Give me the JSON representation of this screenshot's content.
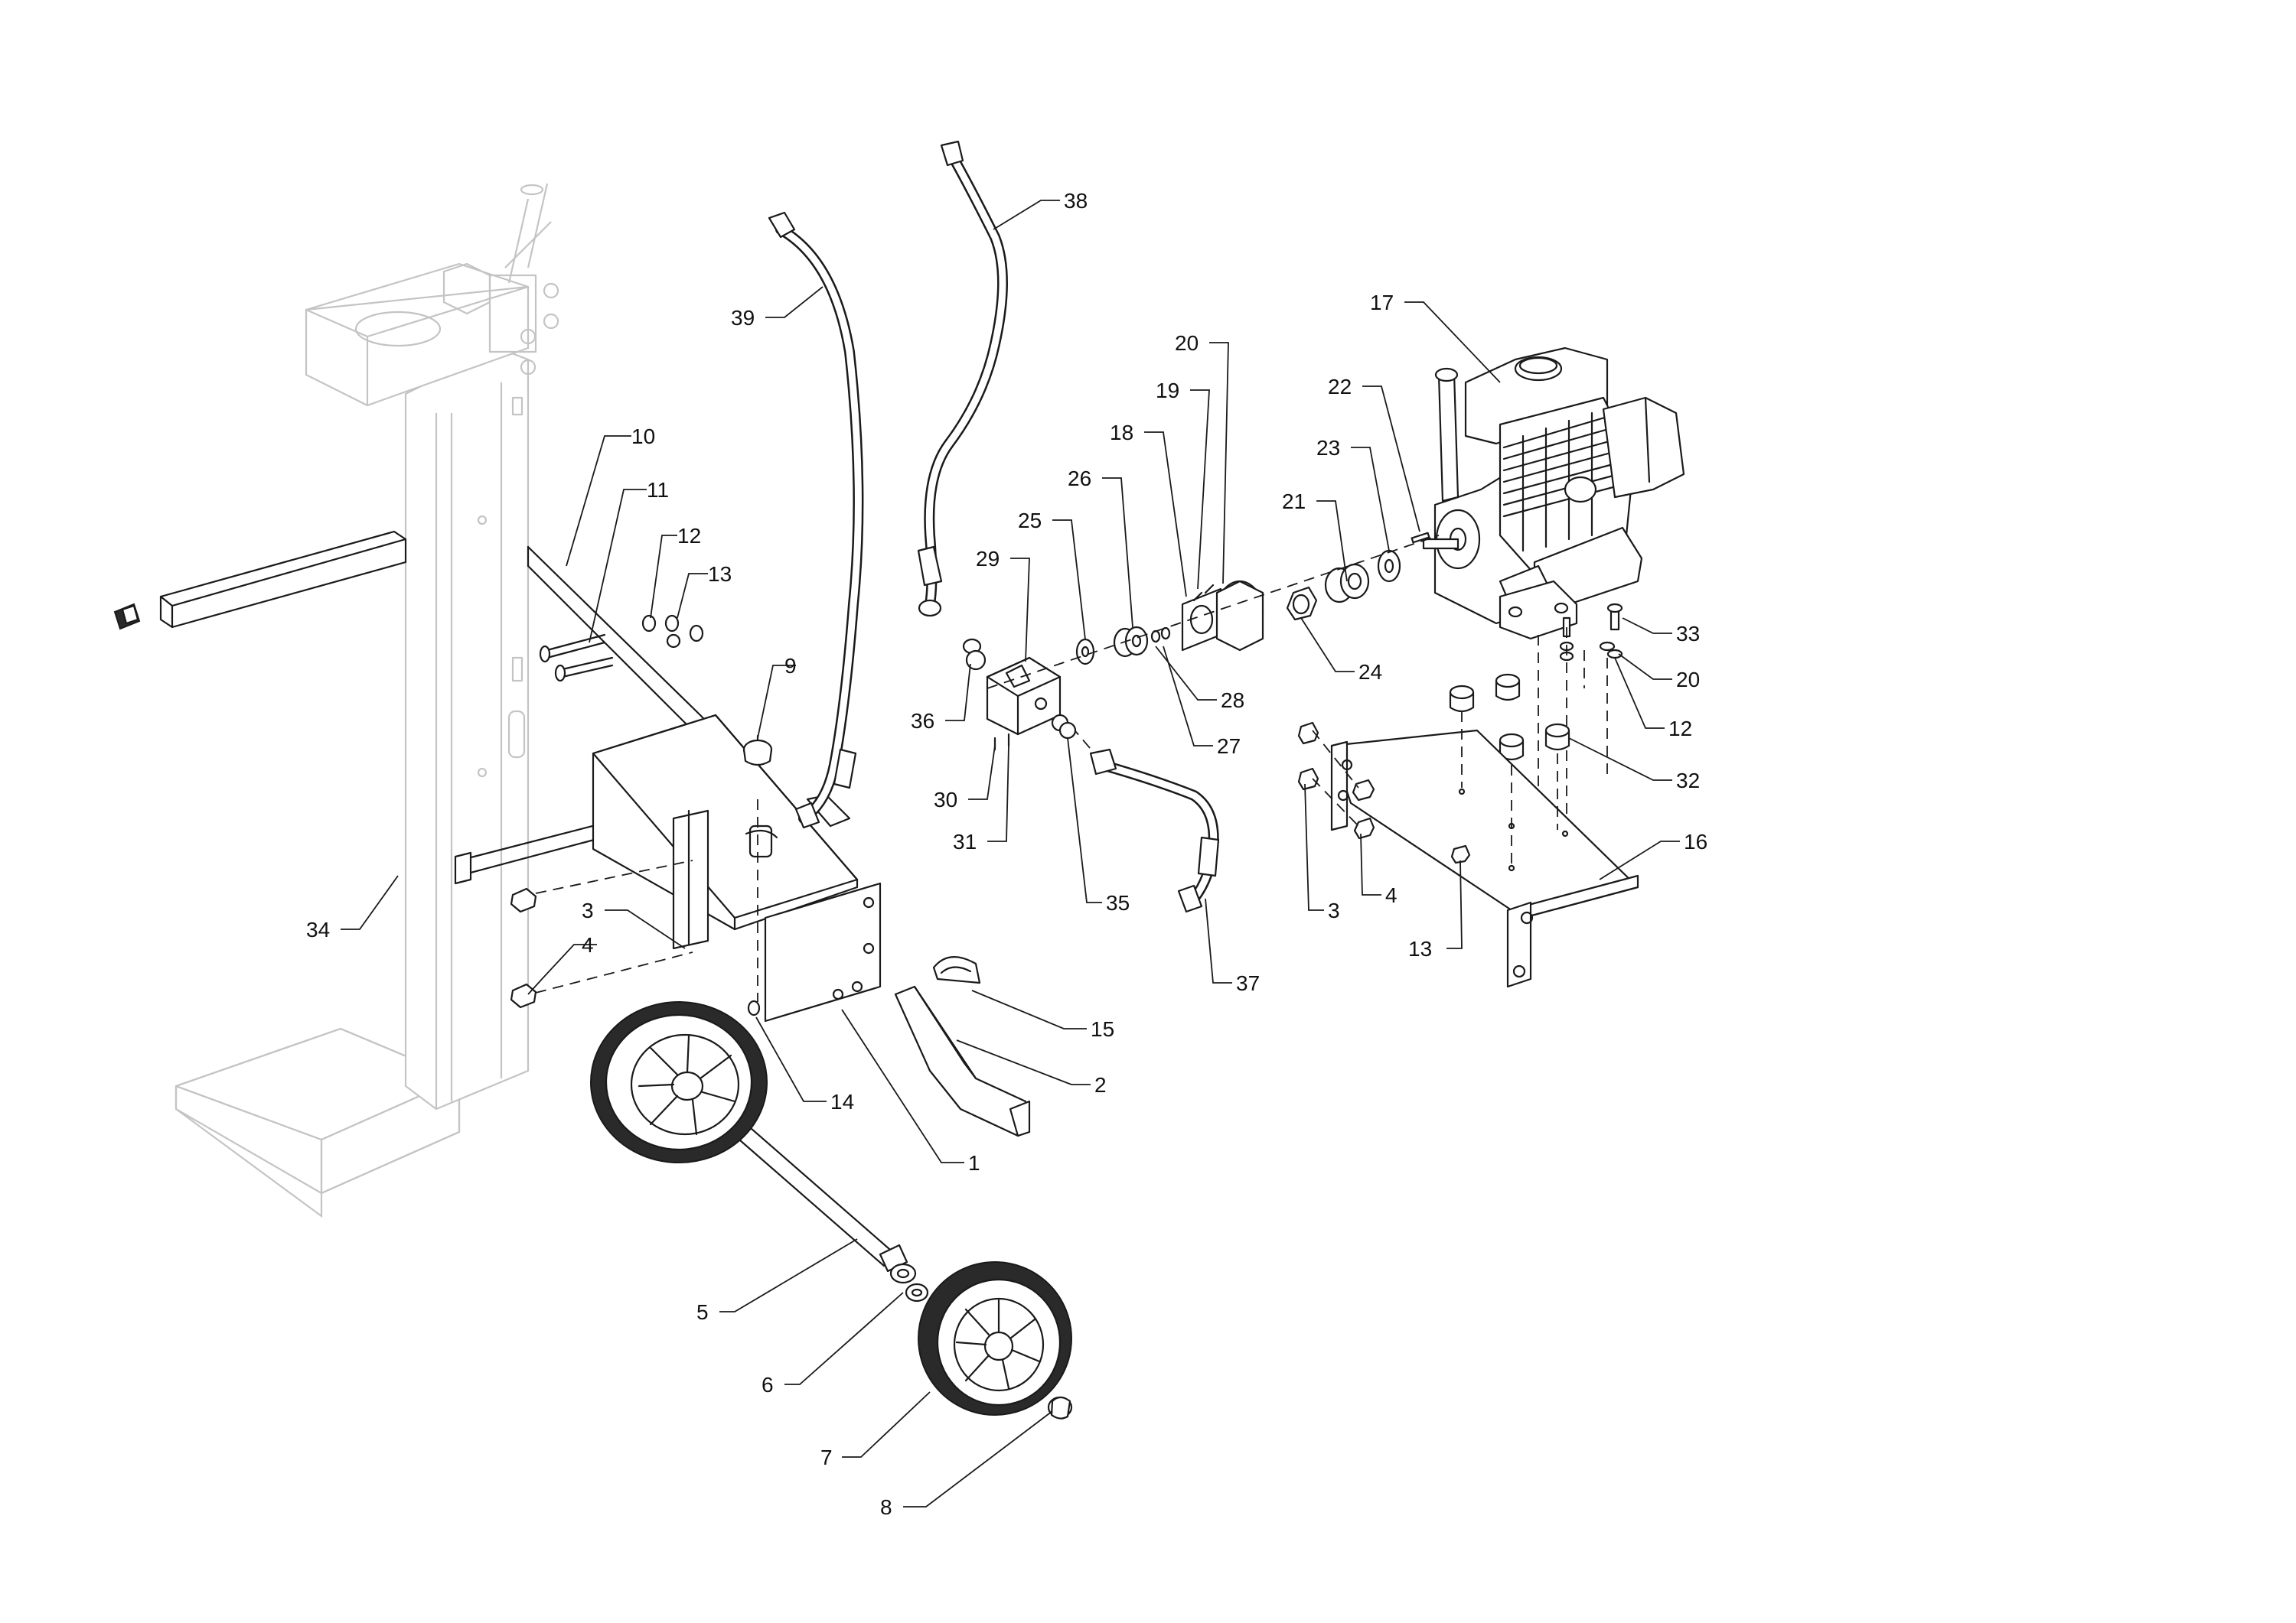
{
  "callouts": [
    {
      "id": "c1",
      "label": "1"
    },
    {
      "id": "c2",
      "label": "2"
    },
    {
      "id": "c3a",
      "label": "3"
    },
    {
      "id": "c3b",
      "label": "3"
    },
    {
      "id": "c4a",
      "label": "4"
    },
    {
      "id": "c4b",
      "label": "4"
    },
    {
      "id": "c5",
      "label": "5"
    },
    {
      "id": "c6",
      "label": "6"
    },
    {
      "id": "c7",
      "label": "7"
    },
    {
      "id": "c8",
      "label": "8"
    },
    {
      "id": "c9",
      "label": "9"
    },
    {
      "id": "c10",
      "label": "10"
    },
    {
      "id": "c11",
      "label": "11"
    },
    {
      "id": "c12a",
      "label": "12"
    },
    {
      "id": "c12b",
      "label": "12"
    },
    {
      "id": "c13a",
      "label": "13"
    },
    {
      "id": "c13b",
      "label": "13"
    },
    {
      "id": "c14",
      "label": "14"
    },
    {
      "id": "c15",
      "label": "15"
    },
    {
      "id": "c16",
      "label": "16"
    },
    {
      "id": "c17",
      "label": "17"
    },
    {
      "id": "c18",
      "label": "18"
    },
    {
      "id": "c19",
      "label": "19"
    },
    {
      "id": "c20a",
      "label": "20"
    },
    {
      "id": "c20b",
      "label": "20"
    },
    {
      "id": "c21",
      "label": "21"
    },
    {
      "id": "c22",
      "label": "22"
    },
    {
      "id": "c23",
      "label": "23"
    },
    {
      "id": "c24",
      "label": "24"
    },
    {
      "id": "c25",
      "label": "25"
    },
    {
      "id": "c26",
      "label": "26"
    },
    {
      "id": "c27",
      "label": "27"
    },
    {
      "id": "c28",
      "label": "28"
    },
    {
      "id": "c29",
      "label": "29"
    },
    {
      "id": "c30",
      "label": "30"
    },
    {
      "id": "c31",
      "label": "31"
    },
    {
      "id": "c32",
      "label": "32"
    },
    {
      "id": "c33",
      "label": "33"
    },
    {
      "id": "c34",
      "label": "34"
    },
    {
      "id": "c35",
      "label": "35"
    },
    {
      "id": "c36",
      "label": "36"
    },
    {
      "id": "c37",
      "label": "37"
    },
    {
      "id": "c38",
      "label": "38"
    },
    {
      "id": "c39",
      "label": "39"
    }
  ]
}
